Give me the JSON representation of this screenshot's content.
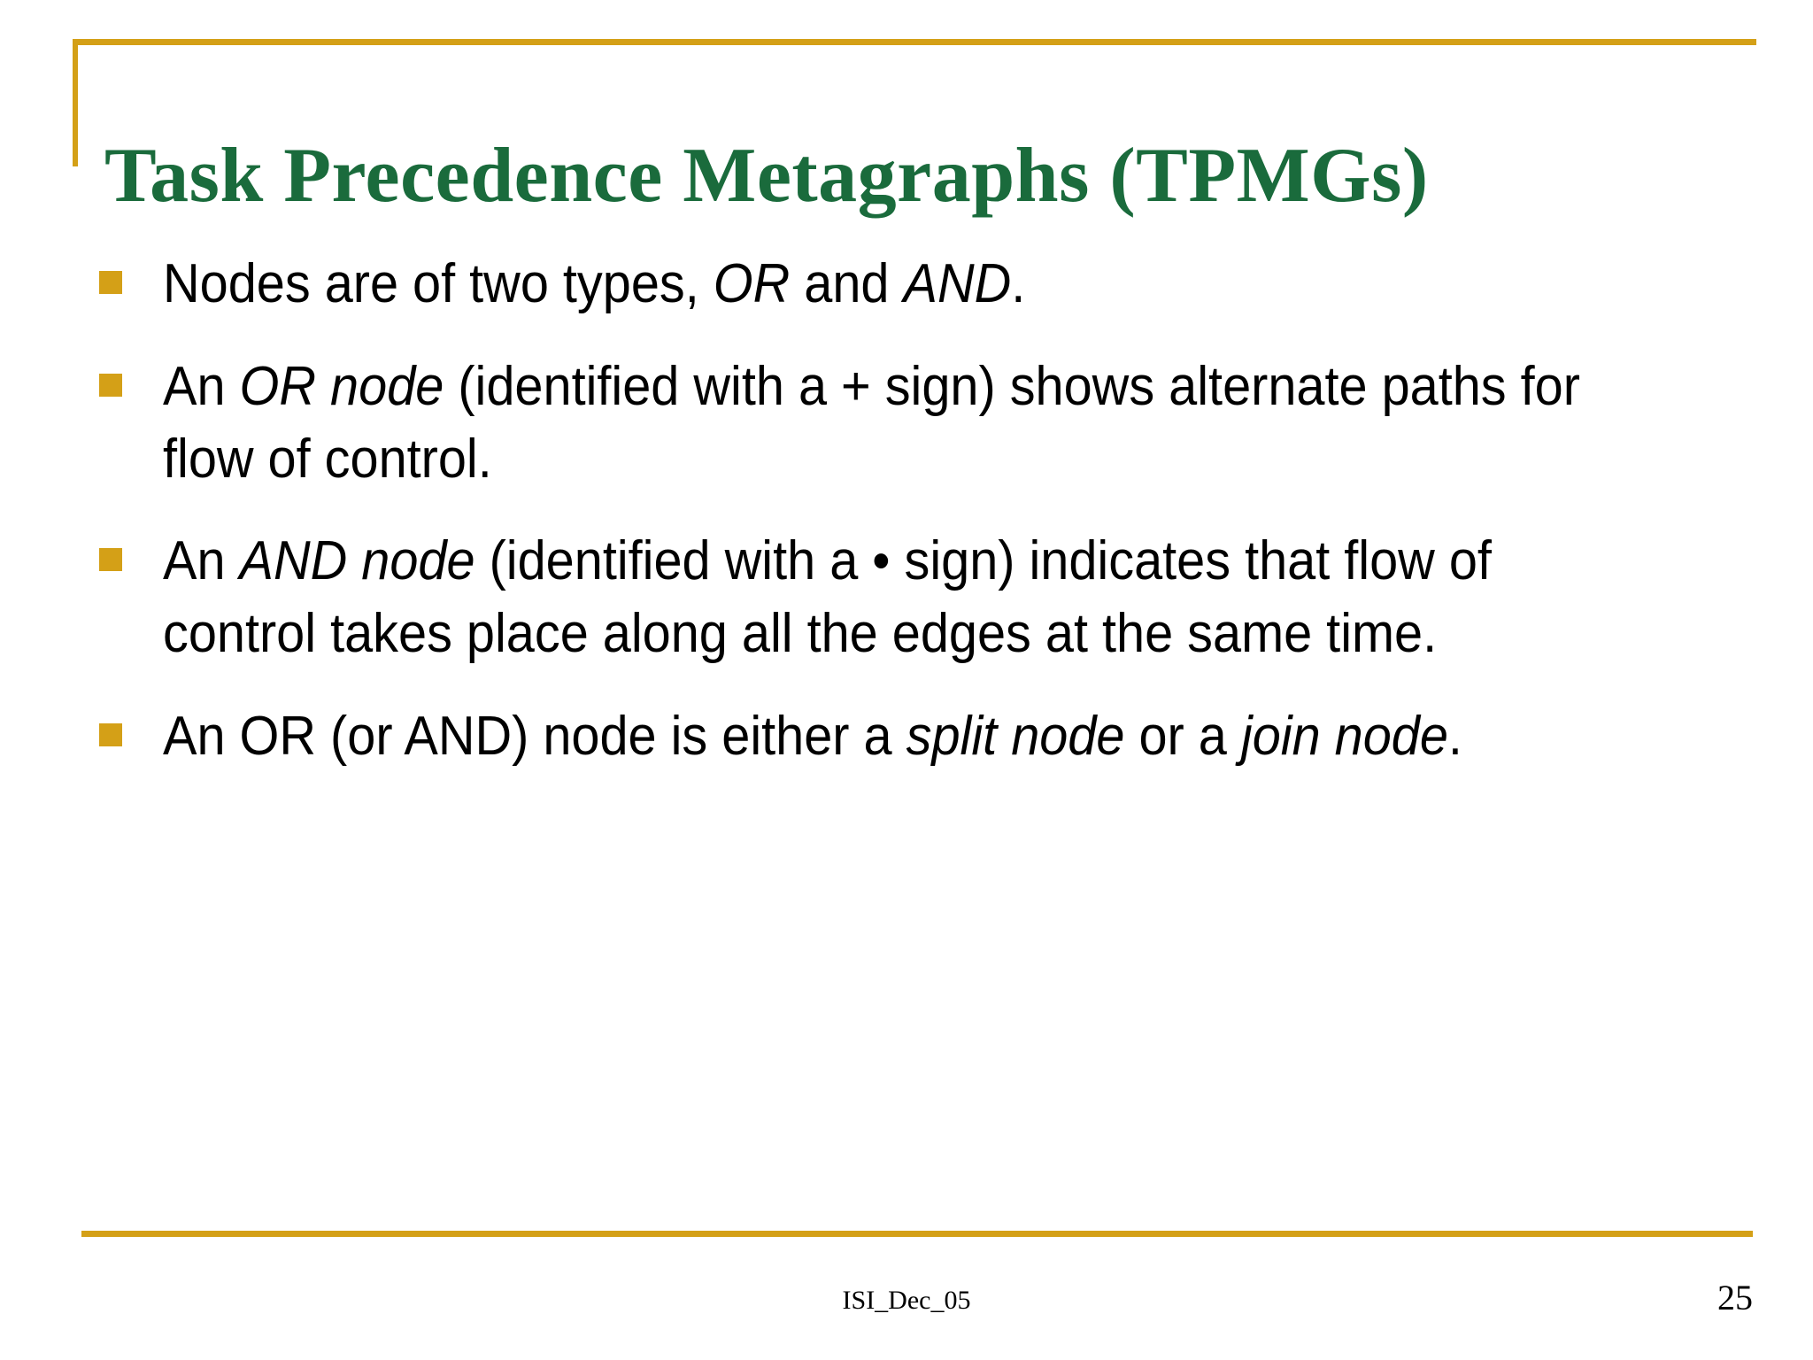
{
  "slide": {
    "title": "Task Precedence Metagraphs (TPMGs)",
    "accent_color_gold": "#d4a017",
    "title_color_green": "#1a6b3c",
    "body_text_color": "#000000",
    "background_color": "#ffffff",
    "bullets": [
      {
        "id": "bullet-node-types",
        "segments": [
          {
            "text": "Nodes are of two types, ",
            "style": "normal"
          },
          {
            "text": "OR",
            "style": "italic"
          },
          {
            "text": " and ",
            "style": "normal"
          },
          {
            "text": "AND",
            "style": "italic"
          },
          {
            "text": ".",
            "style": "normal"
          }
        ],
        "plain": "Nodes are of two types, OR and AND."
      },
      {
        "id": "bullet-or-node",
        "segments": [
          {
            "text": "An ",
            "style": "normal"
          },
          {
            "text": "OR node",
            "style": "italic"
          },
          {
            "text": " (identified with a + sign) shows alternate paths for flow of control.",
            "style": "normal"
          }
        ],
        "plain": "An OR node (identified with a + sign) shows alternate paths for flow of control."
      },
      {
        "id": "bullet-and-node",
        "segments": [
          {
            "text": "An ",
            "style": "normal"
          },
          {
            "text": "AND node",
            "style": "italic"
          },
          {
            "text": " (identified with a • sign) indicates that flow of control takes place along all the edges at the same time.",
            "style": "normal"
          }
        ],
        "plain": "An AND node (identified with a • sign) indicates that flow of control takes place along all the edges at the same time."
      },
      {
        "id": "bullet-split-join",
        "segments": [
          {
            "text": "An OR (or AND) node is either a ",
            "style": "normal"
          },
          {
            "text": "split node",
            "style": "italic"
          },
          {
            "text": " or a ",
            "style": "normal"
          },
          {
            "text": "join node",
            "style": "italic"
          },
          {
            "text": ".",
            "style": "normal"
          }
        ],
        "plain": "An OR (or AND) node is either a split node or a join node."
      }
    ],
    "footer": {
      "center_label": "ISI_Dec_05",
      "page_number": "25"
    }
  }
}
